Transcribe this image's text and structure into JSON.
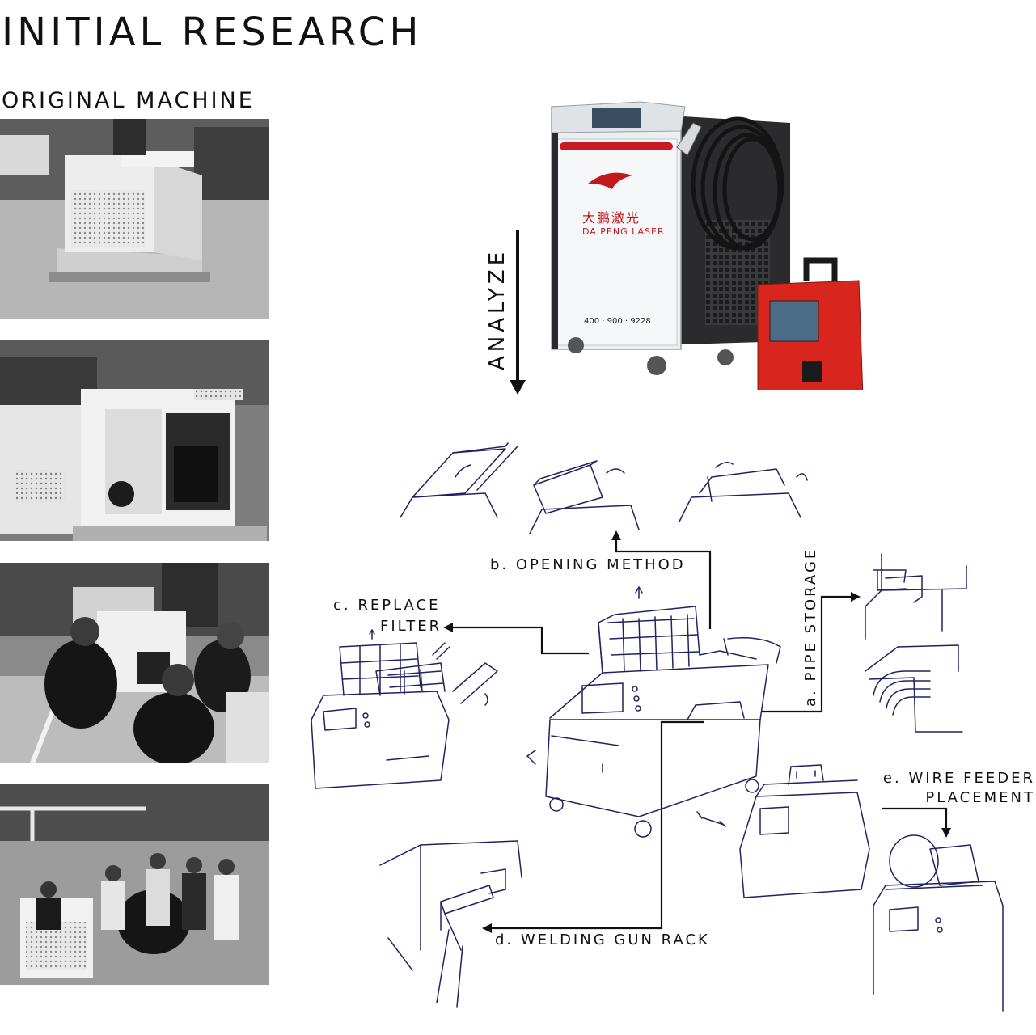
{
  "header": {
    "title": "INITIAL RESEARCH",
    "subtitle": "ORIGINAL MACHINE"
  },
  "photos": [
    {
      "name": "machine-on-pallet-photo"
    },
    {
      "name": "machine-open-side-photo"
    },
    {
      "name": "team-inspecting-photo"
    },
    {
      "name": "team-group-photo"
    }
  ],
  "analyze_label": "ANALYZE",
  "machine": {
    "brand_cn": "大鹏激光",
    "brand_en": "DA PENG LASER",
    "phone": "400 · 900 · 9228"
  },
  "annotations": {
    "a": "a. PIPE STORAGE",
    "b": "b. OPENING METHOD",
    "c_line1": "c. REPLACE",
    "c_line2": "FILTER",
    "d": "d. WELDING GUN RACK",
    "e_line1": "e. WIRE FEEDER",
    "e_line2": "PLACEMENT"
  },
  "colors": {
    "ink": "#1f2460",
    "machine_body": "#eceff1",
    "machine_dark": "#2a2a2e",
    "feeder_red": "#d8261f",
    "text": "#111111"
  }
}
